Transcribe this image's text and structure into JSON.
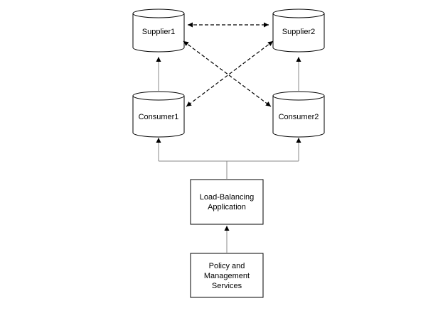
{
  "nodes": {
    "supplier1": "Supplier1",
    "supplier2": "Supplier2",
    "consumer1": "Consumer1",
    "consumer2": "Consumer2",
    "load_balancer": [
      "Load-Balancing",
      "Application"
    ],
    "policy": [
      "Policy and",
      "Management",
      "Services"
    ]
  }
}
